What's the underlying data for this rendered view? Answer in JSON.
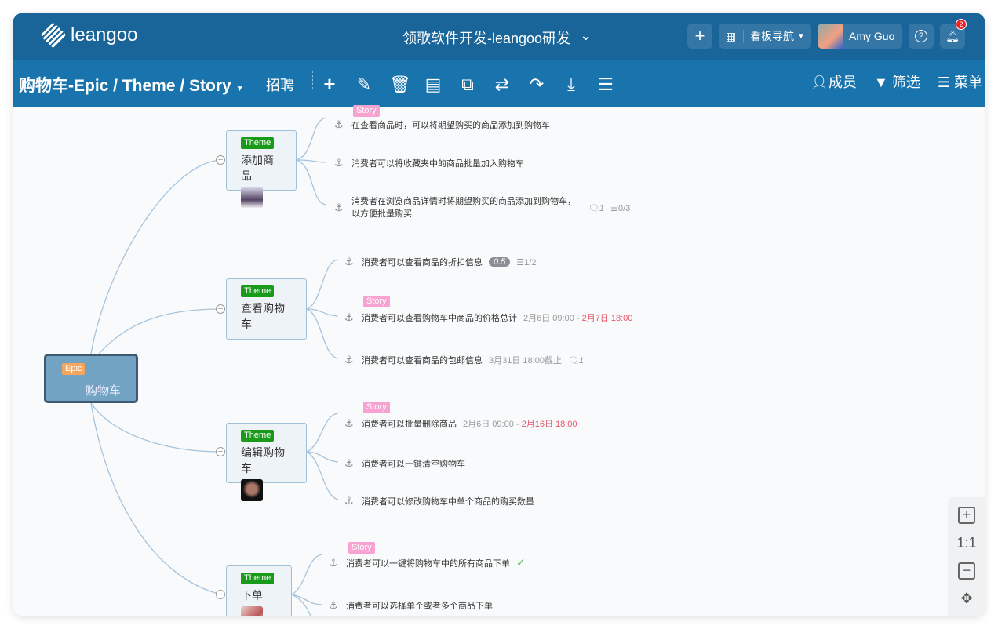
{
  "header": {
    "logo": "leangoo",
    "project": "领歌软件开发-leangoo研发",
    "board_nav": "看板导航",
    "user": "Amy Guo",
    "notifications": "2"
  },
  "toolbar": {
    "board_title": "购物车-Epic / Theme / Story",
    "board_subtitle": "招聘",
    "members": "成员",
    "filter": "筛选",
    "menu": "菜单"
  },
  "epic": {
    "tag": "Epic",
    "title": "购物车"
  },
  "themes": [
    {
      "tag": "Theme",
      "title": "添加商品"
    },
    {
      "tag": "Theme",
      "title": "查看购物车"
    },
    {
      "tag": "Theme",
      "title": "编辑购物车"
    },
    {
      "tag": "Theme",
      "title": "下单"
    }
  ],
  "stories": [
    {
      "tag": "Story",
      "text": "在查看商品时，可以将期望购买的商品添加到购物车"
    },
    {
      "text": "消费者可以将收藏夹中的商品批量加入购物车"
    },
    {
      "text": "消费者在浏览商品详情时将期望购买的商品添加到购物车，",
      "text2": "以方便批量购买",
      "comments": "1",
      "checklist": "0/3"
    },
    {
      "text": "消费者可以查看商品的折扣信息",
      "estimate": "0.5",
      "checklist": "1/2"
    },
    {
      "tag": "Story",
      "text": "消费者可以查看购物车中商品的价格总计",
      "date_start": "2月6日 09:00 - ",
      "date_end": "2月7日 18:00"
    },
    {
      "text": "消费者可以查看商品的包邮信息",
      "deadline": "3月31日 18:00截止",
      "comments": "1"
    },
    {
      "tag": "Story",
      "text": "消费者可以批量删除商品",
      "date_start": "2月6日 09:00 - ",
      "date_end": "2月16日 18:00"
    },
    {
      "text": "消费者可以一键清空购物车"
    },
    {
      "text": "消费者可以修改购物车中单个商品的购买数量"
    },
    {
      "tag": "Story",
      "text": "消费者可以一键将购物车中的所有商品下单"
    },
    {
      "text": "消费者可以选择单个或者多个商品下单"
    }
  ],
  "zoom": {
    "reset": "1:1"
  }
}
